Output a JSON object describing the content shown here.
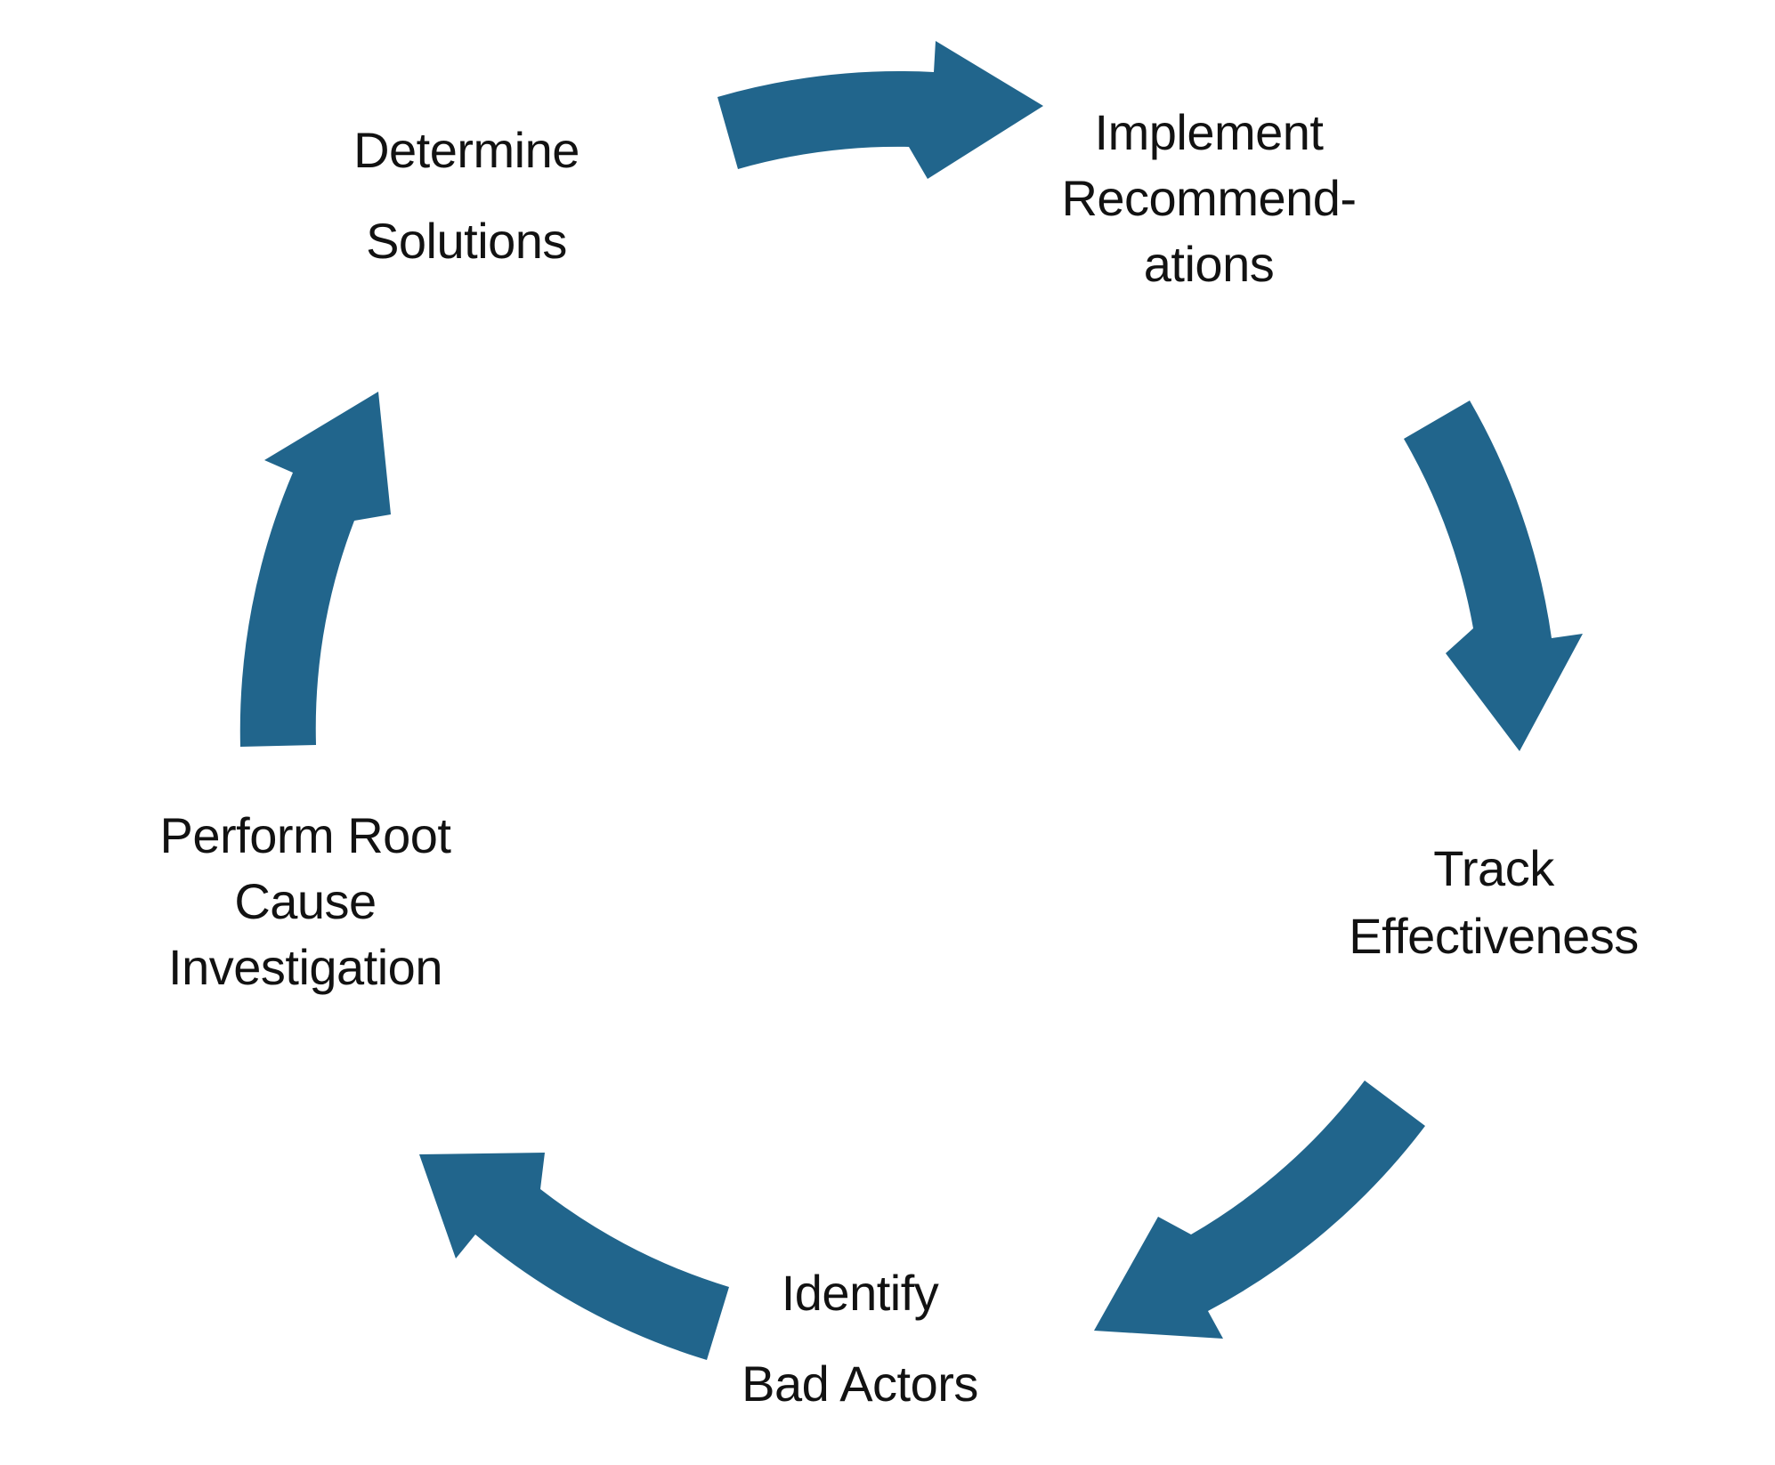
{
  "diagram": {
    "background_color": "#ffffff",
    "arrow_color": "#21658C",
    "text_color": "#121212",
    "steps": [
      {
        "id": "determine-solutions",
        "lines": [
          "Determine",
          "Solutions"
        ]
      },
      {
        "id": "implement-recommendations",
        "lines": [
          "Implement",
          "Recommend-",
          "ations"
        ]
      },
      {
        "id": "track-effectiveness",
        "lines": [
          "Track",
          "Effectiveness"
        ]
      },
      {
        "id": "identify-bad-actors",
        "lines": [
          "Identify",
          "Bad Actors"
        ]
      },
      {
        "id": "perform-root-cause-investigation",
        "lines": [
          "Perform Root",
          "Cause",
          "Investigation"
        ]
      }
    ],
    "arrows": [
      {
        "from": "determine-solutions",
        "to": "implement-recommendations"
      },
      {
        "from": "implement-recommendations",
        "to": "track-effectiveness"
      },
      {
        "from": "track-effectiveness",
        "to": "identify-bad-actors"
      },
      {
        "from": "identify-bad-actors",
        "to": "perform-root-cause-investigation"
      },
      {
        "from": "perform-root-cause-investigation",
        "to": "determine-solutions"
      }
    ]
  }
}
